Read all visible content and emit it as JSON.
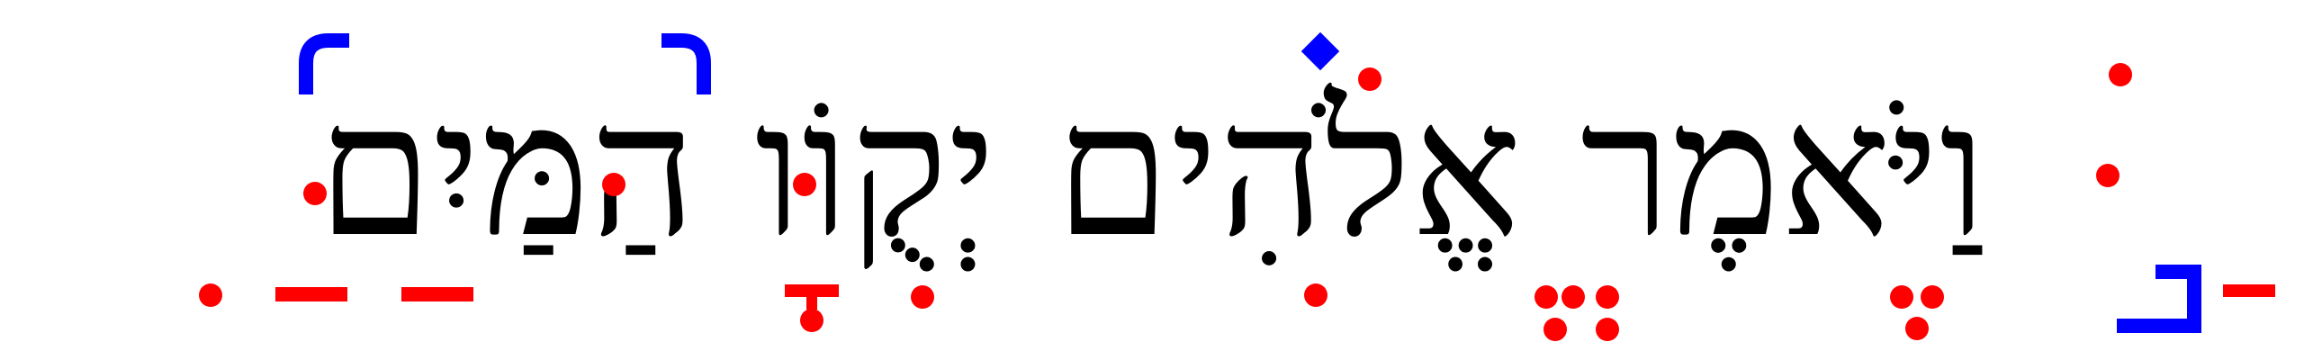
{
  "text": "וַיֹּאמֶר אֱלֹהִים יְקֻוֹו הַמַּיִם",
  "colors": {
    "text": "#000000",
    "dot": "#ff0000",
    "shape": "#0000ff",
    "background": "#ffffff"
  },
  "icons": {
    "dot": "red-circle-dot",
    "dash": "red-dash",
    "tbar": "red-t-marker",
    "bracket_hook": "blue-hook-bracket",
    "diamond": "blue-diamond",
    "corner": "blue-corner-bracket"
  }
}
